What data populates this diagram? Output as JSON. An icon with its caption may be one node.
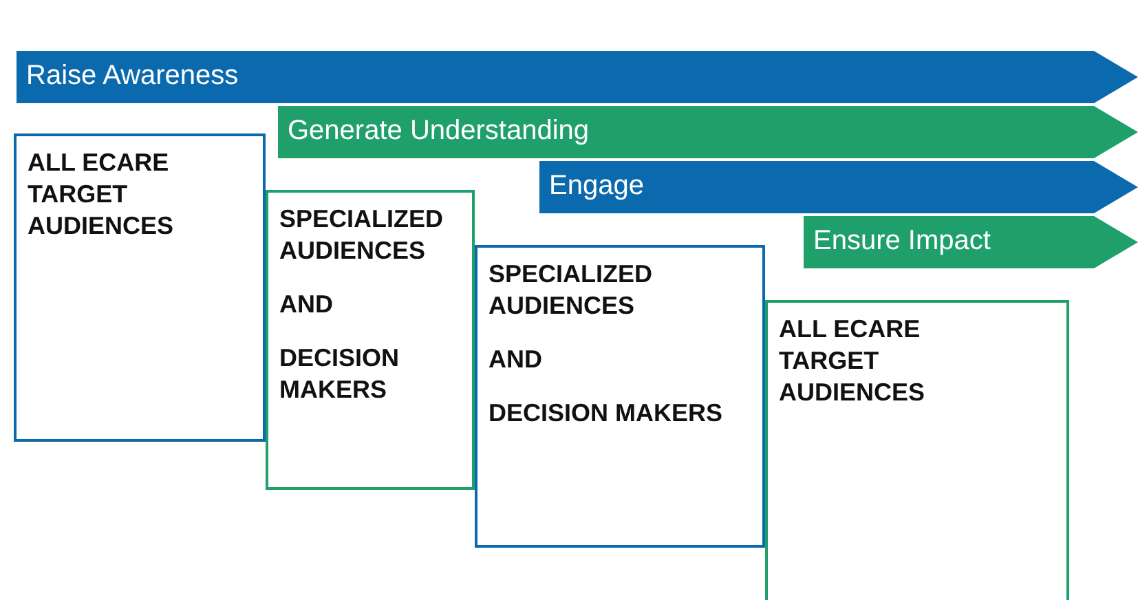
{
  "diagram": {
    "nodes": [
      {
        "text": [
          "Raise Awareness"
        ]
      },
      {
        "text": [
          "ALL ECARE TARGET AUDIENCES"
        ]
      },
      {
        "text": [
          "Generate Understanding"
        ]
      },
      {
        "text": [
          "SPECIALIZED AUDIENCES",
          "AND",
          "DECISION MAKERS"
        ]
      },
      {
        "text": [
          "Engage"
        ]
      },
      {
        "text": [
          "SPECIALIZED AUDIENCES",
          "AND",
          "DECISION MAKERS"
        ]
      },
      {
        "text": [
          "Ensure Impact"
        ]
      },
      {
        "text": [
          "ALL ECARE TARGET AUDIENCES"
        ]
      }
    ],
    "edges": []
  }
}
